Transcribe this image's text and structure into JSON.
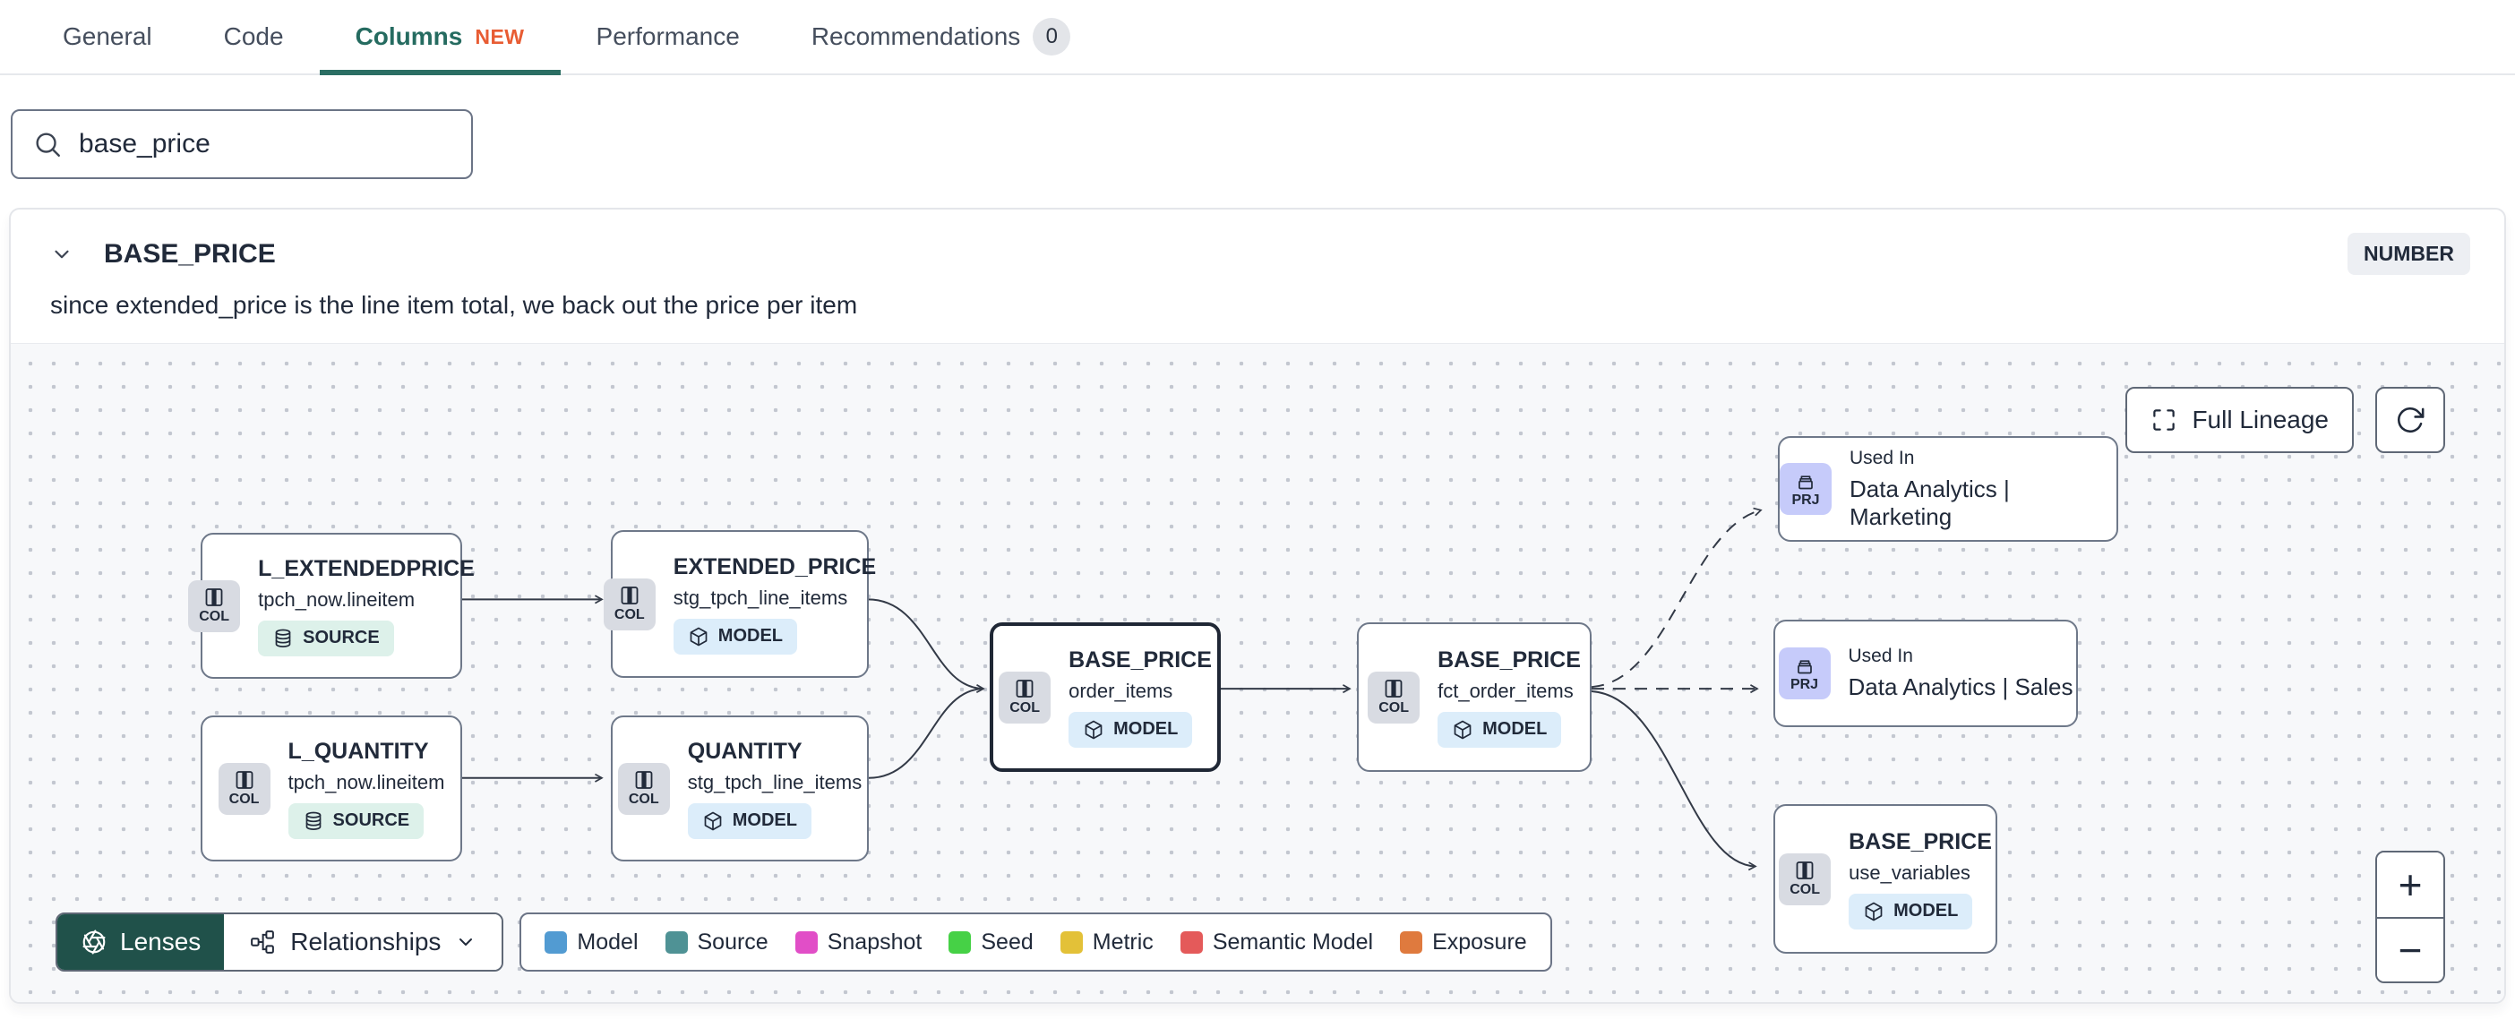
{
  "tabs": {
    "items": [
      {
        "label": "General"
      },
      {
        "label": "Code"
      },
      {
        "label": "Columns",
        "badge": "NEW"
      },
      {
        "label": "Performance"
      },
      {
        "label": "Recommendations",
        "count": "0"
      }
    ]
  },
  "search": {
    "value": "base_price"
  },
  "column": {
    "name": "BASE_PRICE",
    "type": "NUMBER",
    "description": "since extended_price is the line item total, we back out the price per item"
  },
  "lineage": {
    "buttons": {
      "full_lineage": "Full Lineage",
      "zoom_in": "+",
      "zoom_out": "−"
    },
    "toolbar": {
      "lenses": "Lenses",
      "relationships": "Relationships"
    },
    "colors": {
      "lenses_bg": "#20514a",
      "accent_teal": "#2b6e63",
      "new_badge": "#e85c33"
    },
    "legend": [
      {
        "label": "Model",
        "color": "#529bd2"
      },
      {
        "label": "Source",
        "color": "#4f9295"
      },
      {
        "label": "Snapshot",
        "color": "#e14ec7"
      },
      {
        "label": "Seed",
        "color": "#46d146"
      },
      {
        "label": "Metric",
        "color": "#e3c138"
      },
      {
        "label": "Semantic Model",
        "color": "#e45a5a"
      },
      {
        "label": "Exposure",
        "color": "#df7a3e"
      }
    ],
    "nodes": [
      {
        "type": "COL",
        "title": "L_EXTENDEDPRICE",
        "subtitle": "tpch_now.lineitem",
        "badge": "SOURCE"
      },
      {
        "type": "COL",
        "title": "EXTENDED_PRICE",
        "subtitle": "stg_tpch_line_items",
        "badge": "MODEL"
      },
      {
        "type": "COL",
        "title": "L_QUANTITY",
        "subtitle": "tpch_now.lineitem",
        "badge": "SOURCE"
      },
      {
        "type": "COL",
        "title": "QUANTITY",
        "subtitle": "stg_tpch_line_items",
        "badge": "MODEL"
      },
      {
        "type": "COL",
        "title": "BASE_PRICE",
        "subtitle": "order_items",
        "badge": "MODEL"
      },
      {
        "type": "COL",
        "title": "BASE_PRICE",
        "subtitle": "fct_order_items",
        "badge": "MODEL"
      },
      {
        "type": "PRJ",
        "label": "Used In",
        "title": "Data Analytics | Marketing"
      },
      {
        "type": "PRJ",
        "label": "Used In",
        "title": "Data Analytics | Sales"
      },
      {
        "type": "COL",
        "title": "BASE_PRICE",
        "subtitle": "use_variables",
        "badge": "MODEL"
      }
    ]
  }
}
